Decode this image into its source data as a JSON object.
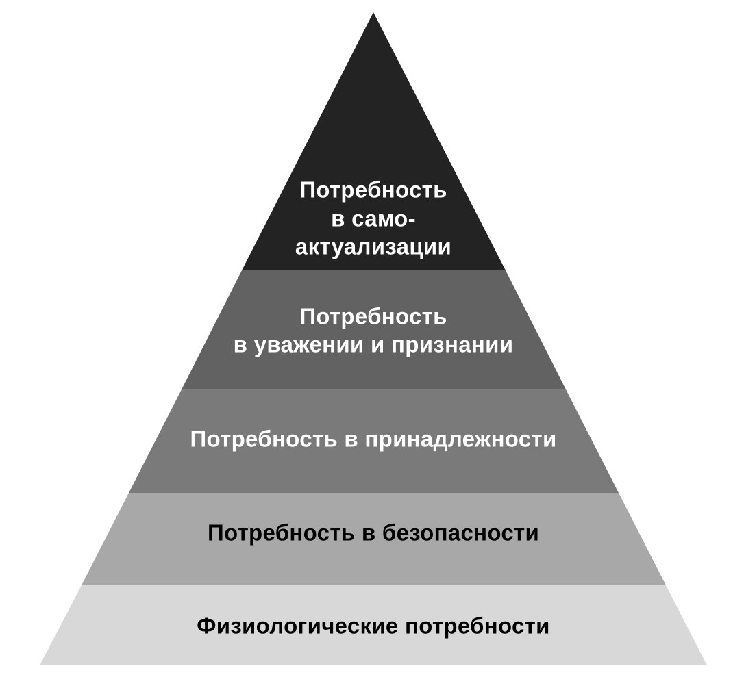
{
  "diagram": {
    "type": "pyramid",
    "levels": [
      {
        "name": "self-actualization",
        "lines": [
          "Потребность",
          "в само-",
          "актуализации"
        ],
        "fill": "#232323",
        "text_color": "#ffffff"
      },
      {
        "name": "esteem",
        "lines": [
          "Потребность",
          "в уважении и признании"
        ],
        "fill": "#626262",
        "text_color": "#ffffff"
      },
      {
        "name": "belonging",
        "lines": [
          "Потребность в принадлежности"
        ],
        "fill": "#7a7a7a",
        "text_color": "#ffffff"
      },
      {
        "name": "safety",
        "lines": [
          "Потребность в безопасности"
        ],
        "fill": "#a8a8a8",
        "text_color": "#000000"
      },
      {
        "name": "physiological",
        "lines": [
          "Физиологические потребности"
        ],
        "fill": "#d8d8d8",
        "text_color": "#000000"
      }
    ]
  }
}
